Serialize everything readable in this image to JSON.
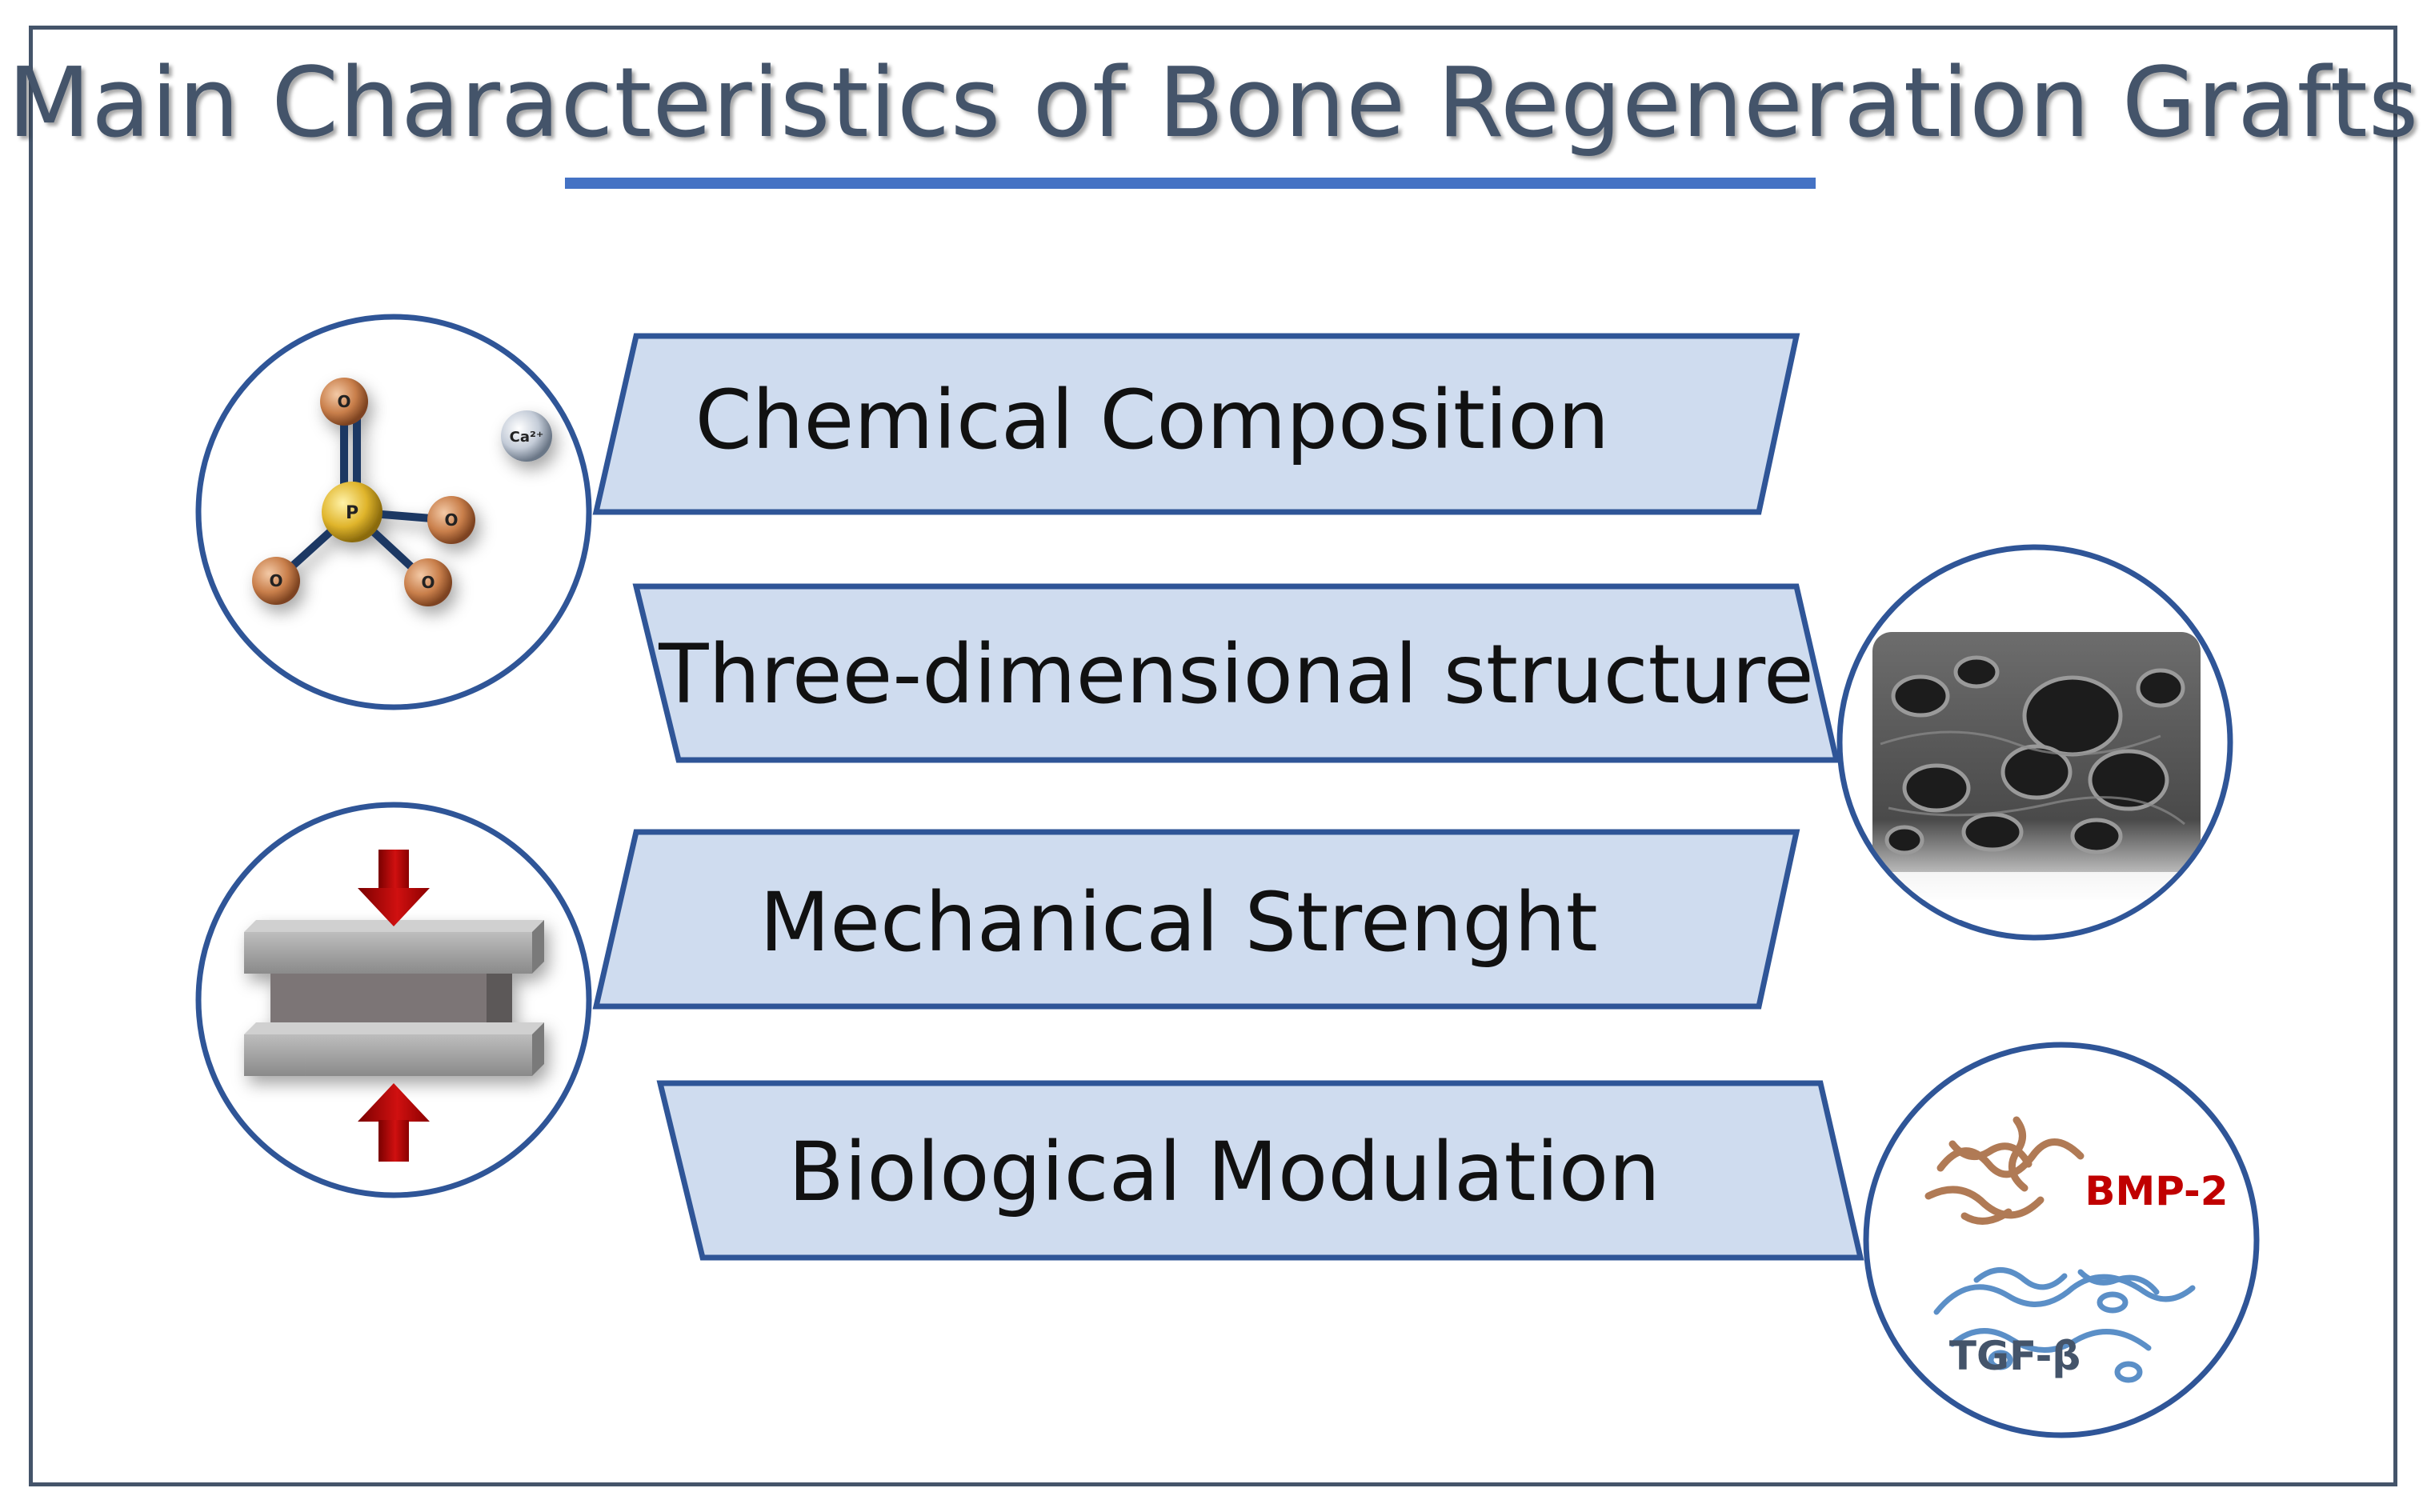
{
  "title": "Main Characteristics of Bone Regeneration Grafts",
  "bands": [
    {
      "label": "Chemical Composition"
    },
    {
      "label": "Three-dimensional structure"
    },
    {
      "label": "Mechanical Strenght"
    },
    {
      "label": "Biological Modulation"
    }
  ],
  "molecule": {
    "center_atom": "P",
    "oxygen_atom": "O",
    "calcium_ion": "Ca²⁺"
  },
  "proteins": {
    "bmp": "BMP-2",
    "tgf": "TGF-β"
  },
  "colors": {
    "border": "#44546a",
    "accent": "#4472c4",
    "band_fill": "#cfdcef",
    "band_stroke": "#2f5597",
    "circle_stroke": "#2f5597",
    "arrow_red": "#c00000",
    "bmp_color": "#c00000",
    "tgf_color": "#44546a"
  }
}
